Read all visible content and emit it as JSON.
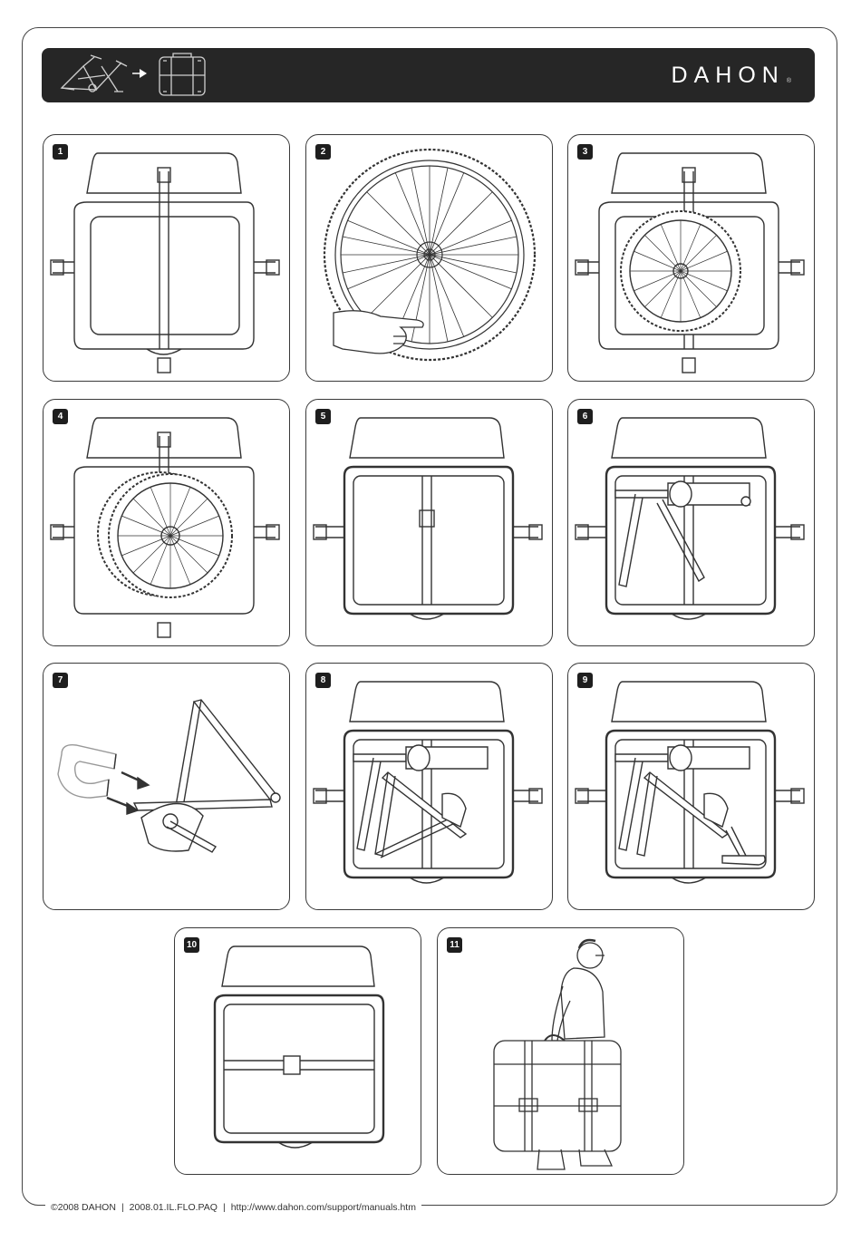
{
  "header": {
    "brand": "DAHON",
    "registered_mark": "®",
    "icons": [
      "folded-bike-icon",
      "arrow-right-icon",
      "carry-bag-icon"
    ]
  },
  "steps": [
    {
      "number": "1",
      "illustration": "open-bag-empty"
    },
    {
      "number": "2",
      "illustration": "wheel-deflate-tire"
    },
    {
      "number": "3",
      "illustration": "bag-with-front-wheel"
    },
    {
      "number": "4",
      "illustration": "bag-with-two-wheels"
    },
    {
      "number": "5",
      "illustration": "bag-divider-strap"
    },
    {
      "number": "6",
      "illustration": "bag-with-handlebar"
    },
    {
      "number": "7",
      "illustration": "frame-magnet-crank"
    },
    {
      "number": "8",
      "illustration": "bag-with-frame"
    },
    {
      "number": "9",
      "illustration": "bag-with-frame-and-seatpost"
    },
    {
      "number": "10",
      "illustration": "bag-strap-closed"
    },
    {
      "number": "11",
      "illustration": "person-carrying-bag"
    }
  ],
  "footer": {
    "copyright": "©2008 DAHON",
    "code": "2008.01.IL.FLO.PAQ",
    "url": "http://www.dahon.com/support/manuals.htm",
    "separator": "|"
  }
}
